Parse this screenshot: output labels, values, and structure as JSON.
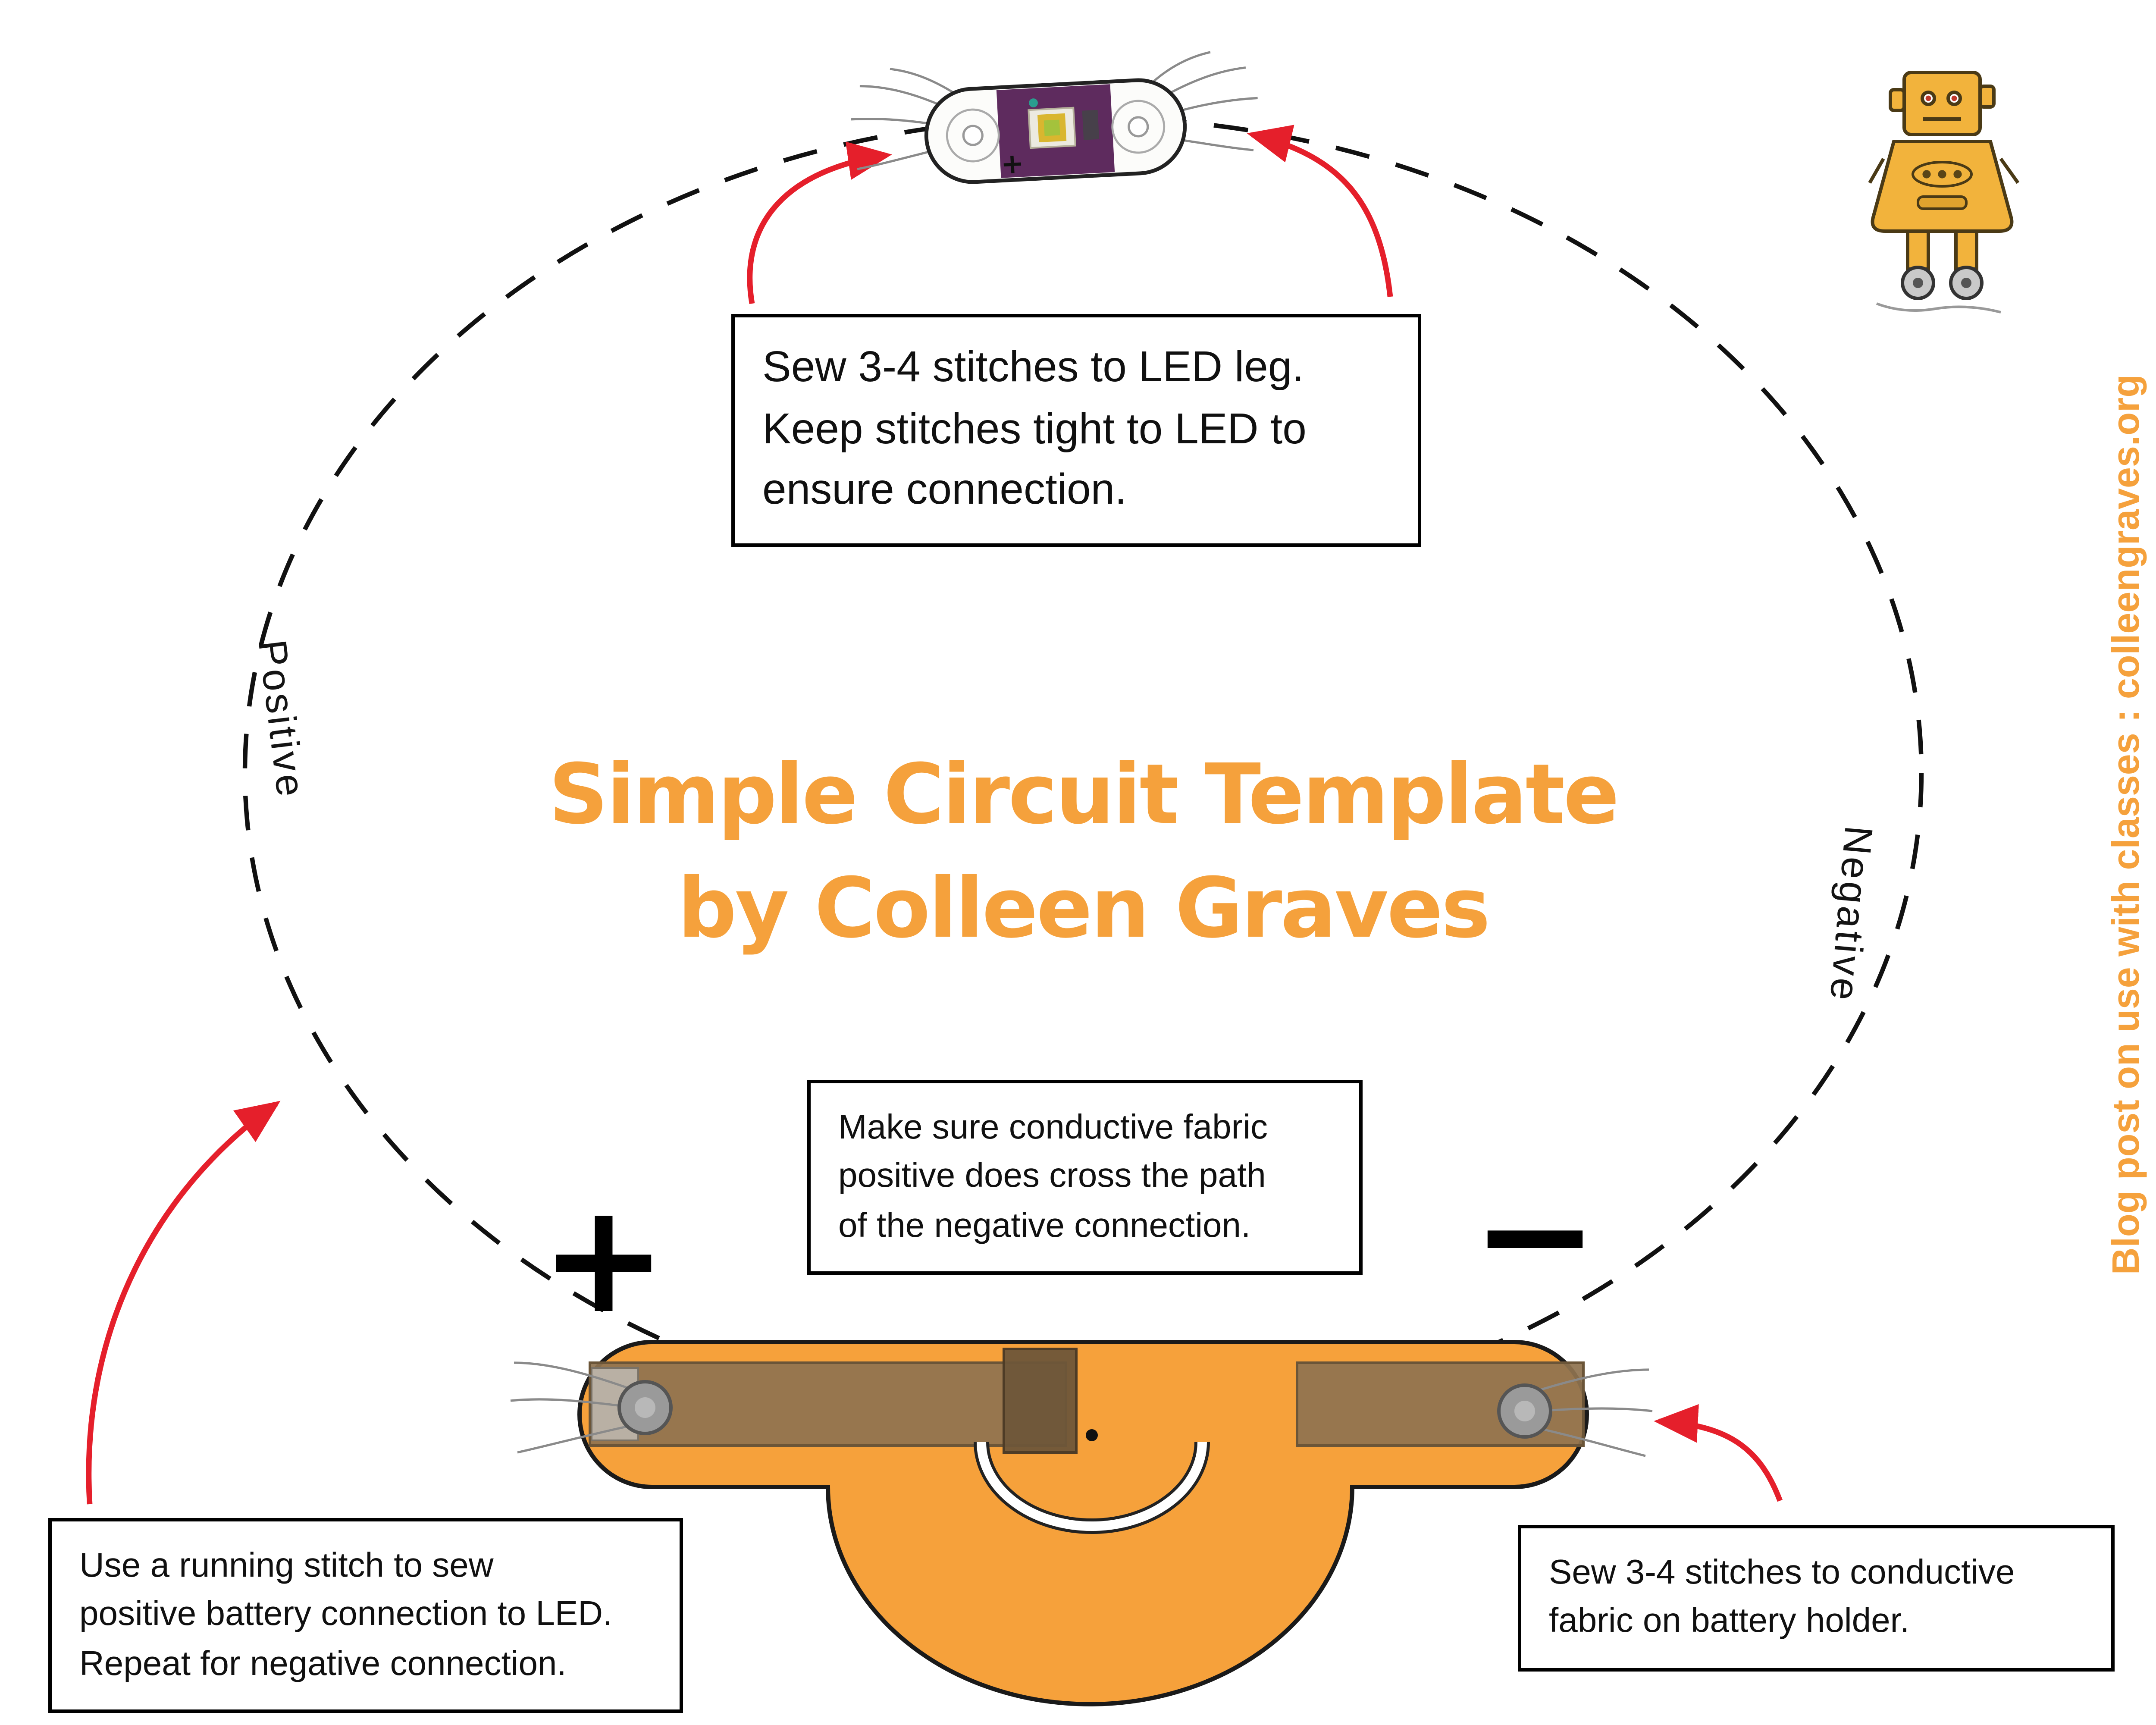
{
  "title": {
    "line1": "Simple Circuit Template",
    "line2": "by Colleen Graves"
  },
  "path_labels": {
    "positive": "Positive",
    "negative": "Negative"
  },
  "polarity": {
    "plus": "+",
    "minus": "−"
  },
  "led": {
    "plus_marking": "+"
  },
  "callouts": {
    "led": {
      "lines": [
        "Sew 3-4 stitches to LED leg.",
        "Keep stitches tight to LED to",
        "ensure connection."
      ]
    },
    "fabric": {
      "lines": [
        "Make sure conductive fabric",
        "positive does cross the path",
        "of the negative connection."
      ]
    },
    "running_stitch": {
      "lines": [
        "Use a running stitch to sew",
        "positive battery connection to LED.",
        "Repeat for negative connection."
      ]
    },
    "battery": {
      "lines": [
        "Sew 3-4 stitches to conductive",
        "fabric on battery holder."
      ]
    }
  },
  "sidebar": {
    "note": "Blog post on use with classes : colleengraves.org"
  },
  "colors": {
    "accent_orange": "#F5A13C",
    "arrow_red": "#E51F2B",
    "holder_orange": "#F6A13B",
    "fabric_brown": "#8F7350",
    "led_purple": "#5E2B5E"
  }
}
